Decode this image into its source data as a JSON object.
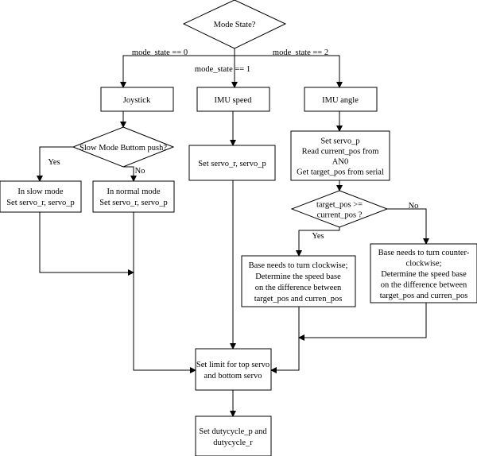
{
  "nodes": {
    "mode_state": [
      "Mode State?"
    ],
    "joystick": [
      "Joystick"
    ],
    "imu_speed": [
      "IMU speed"
    ],
    "imu_angle": [
      "IMU angle"
    ],
    "slow_mode_q": [
      "Slow Mode Buttom push?"
    ],
    "set_speed_imu": [
      "Set servo_r, servo_p"
    ],
    "set_angle": [
      "Set servo_p",
      "Read current_pos from",
      "AN0",
      "Get target_pos from serial"
    ],
    "slow_mode": [
      "In slow mode",
      "Set servo_r, servo_p"
    ],
    "normal_mode": [
      "In normal mode",
      "Set servo_r, servo_p"
    ],
    "target_q": [
      "target_pos >=",
      "current_pos ?"
    ],
    "clockwise": [
      "Base needs to turn clockwise;",
      "Determine the speed base",
      "on the difference between",
      "target_pos and curren_pos"
    ],
    "counter": [
      "Base needs to turn counter-",
      "clockwise;",
      "Determine the speed base",
      "on the difference between",
      "target_pos and curren_pos"
    ],
    "limit": [
      "Set limit for top servo",
      "and bottom servo"
    ],
    "duty": [
      "Set dutycycle_p and",
      "dutycycle_r"
    ]
  },
  "edge_labels": {
    "mode0": "mode_state == 0",
    "mode1": "mode_state == 1",
    "mode2": "mode_state == 2",
    "yes_slow": "Yes",
    "no_slow": "No",
    "yes_target": "Yes",
    "no_target": "No"
  }
}
